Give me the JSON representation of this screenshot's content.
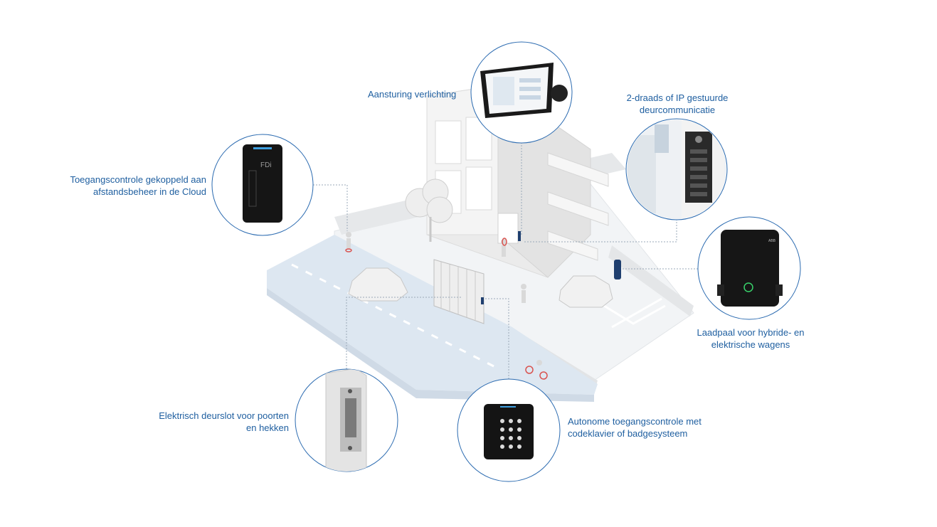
{
  "callouts": {
    "lighting": {
      "lines": [
        "Aansturing verlichting"
      ]
    },
    "door_comm": {
      "lines": [
        "2-draads of IP gestuurde",
        "deurcommunicatie"
      ]
    },
    "cloud_access": {
      "lines": [
        "Toegangscontrole gekoppeld aan",
        "afstandsbeheer in de Cloud"
      ]
    },
    "charger": {
      "lines": [
        "Laadpaal voor hybride- en",
        "elektrische wagens"
      ]
    },
    "door_lock": {
      "lines": [
        "Elektrisch deurslot voor poorten",
        "en hekken"
      ]
    },
    "keypad": {
      "lines": [
        "Autonome toegangscontrole met",
        "codeklavier of badgesysteem"
      ]
    }
  },
  "device_text": {
    "reader_logo": "FDi",
    "charger_brand": "ABB"
  },
  "colors": {
    "label": "#1f5fa0",
    "circle_stroke": "#2a6ab0",
    "building": "#ededed",
    "road": "#d9e4ef",
    "accent_red": "#d9534f",
    "device_dark": "#1a1a1a"
  }
}
